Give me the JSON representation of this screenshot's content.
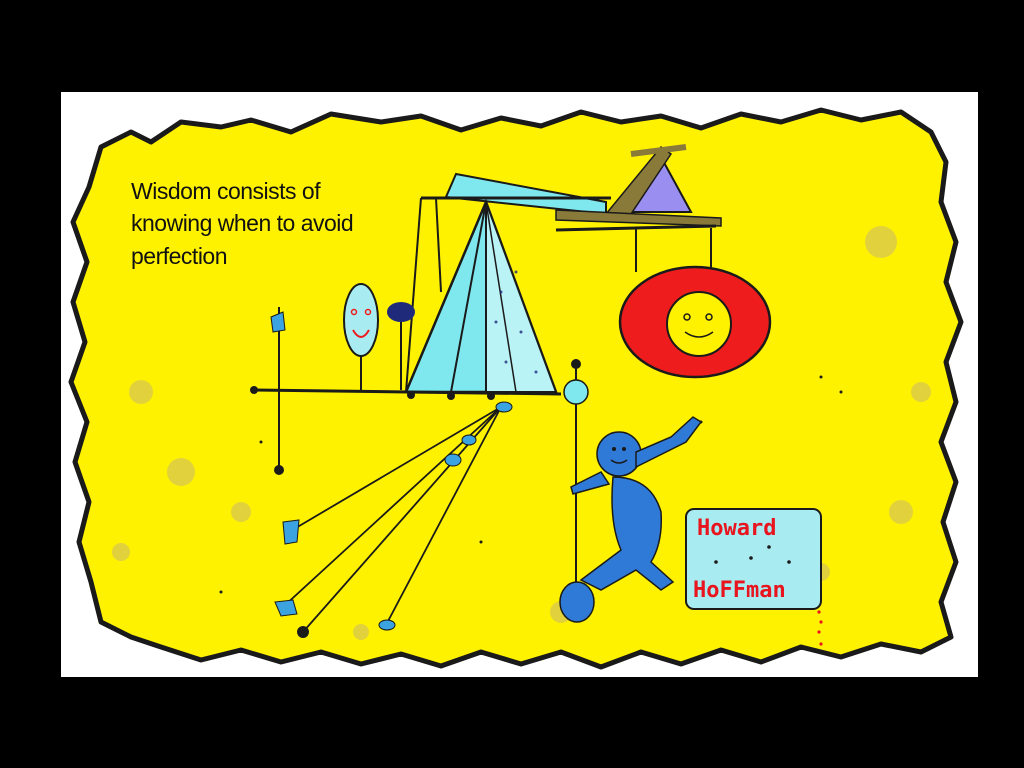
{
  "quote": {
    "lines": [
      "Wisdom consists of",
      "knowing when to avoid",
      "perfection"
    ]
  },
  "signature": {
    "first_name": "Howard",
    "last_name": "HoFFman"
  },
  "colors": {
    "background": "#000000",
    "parchment": "#fff200",
    "parchment_edge": "#1a1a1a",
    "cyan": "#7fe8ee",
    "blue_figure": "#2f7ad6",
    "red_disc": "#ee1c1c",
    "navy": "#1f2a7a",
    "olive": "#8a7a3a",
    "signature_red": "#e8141e",
    "nameplate": "#a8ecf2"
  }
}
